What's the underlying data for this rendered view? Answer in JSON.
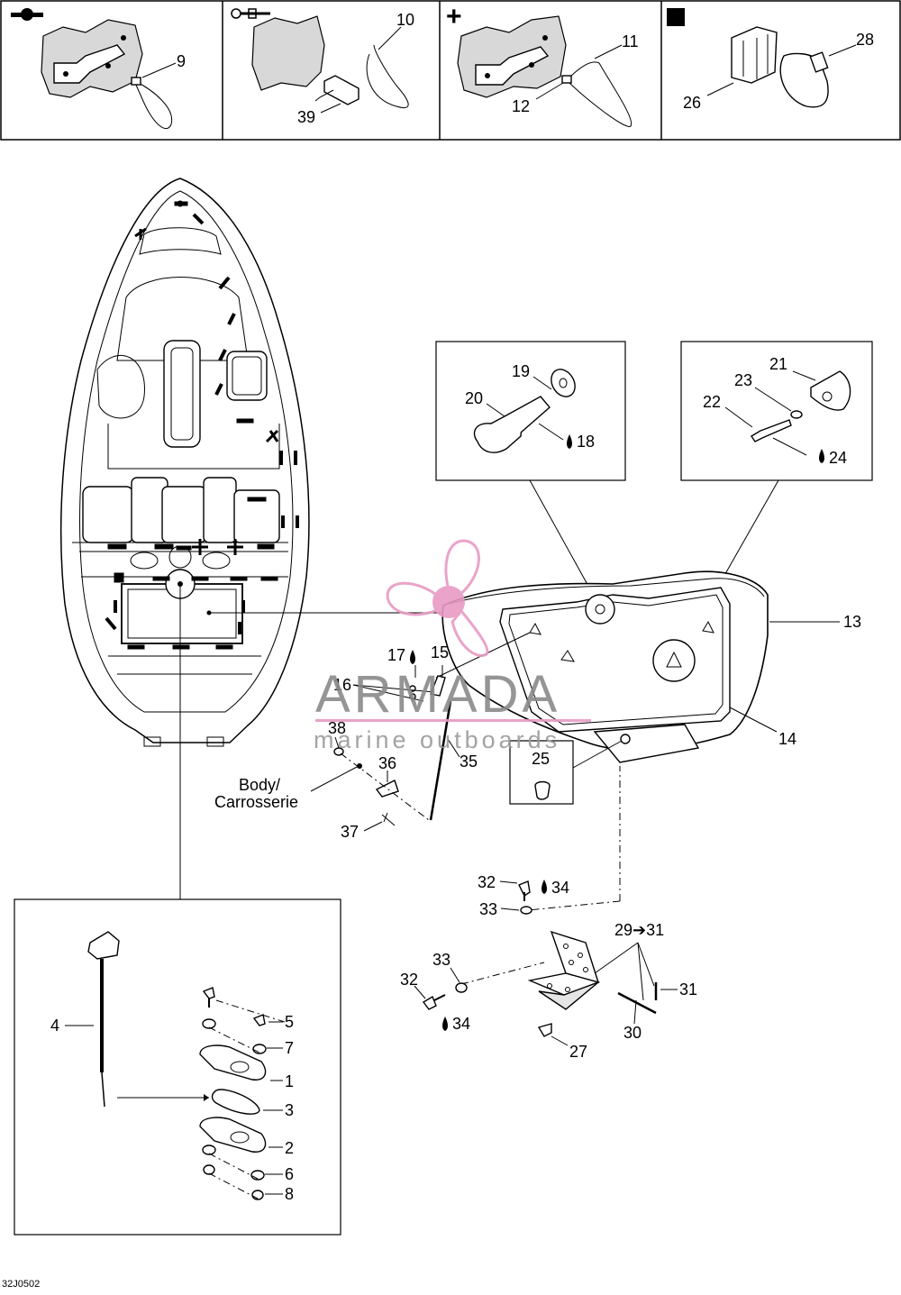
{
  "diagram": {
    "image_code": "32J0502",
    "body_label_en": "Body/",
    "body_label_fr": "Carrosserie",
    "callouts": {
      "c1": "1",
      "c2": "2",
      "c3": "3",
      "c4": "4",
      "c5": "5",
      "c6": "6",
      "c7": "7",
      "c8": "8",
      "c9": "9",
      "c10": "10",
      "c11": "11",
      "c12": "12",
      "c13": "13",
      "c14": "14",
      "c15": "15",
      "c16": "16",
      "c17": "17",
      "c18": "18",
      "c19": "19",
      "c20": "20",
      "c21": "21",
      "c22": "22",
      "c23": "23",
      "c24": "24",
      "c25": "25",
      "c26": "26",
      "c27": "27",
      "c28": "28",
      "c29_31": "29➔31",
      "c30": "30",
      "c31": "31",
      "c32a": "32",
      "c32b": "32",
      "c33a": "33",
      "c33b": "33",
      "c34a": "34",
      "c34b": "34",
      "c35": "35",
      "c36": "36",
      "c37": "37",
      "c38": "38",
      "c39": "39"
    },
    "legend_symbols": {
      "panel1": "bar-fastener-symbol",
      "panel2": "pin-fastener-symbol",
      "panel3": "+",
      "panel4": "■"
    }
  },
  "watermark": {
    "brand": "ARMADA",
    "tagline": "marine outboards",
    "accent_color": "#e89ac4"
  },
  "icons": {
    "drop": "sealant-drop-icon"
  }
}
